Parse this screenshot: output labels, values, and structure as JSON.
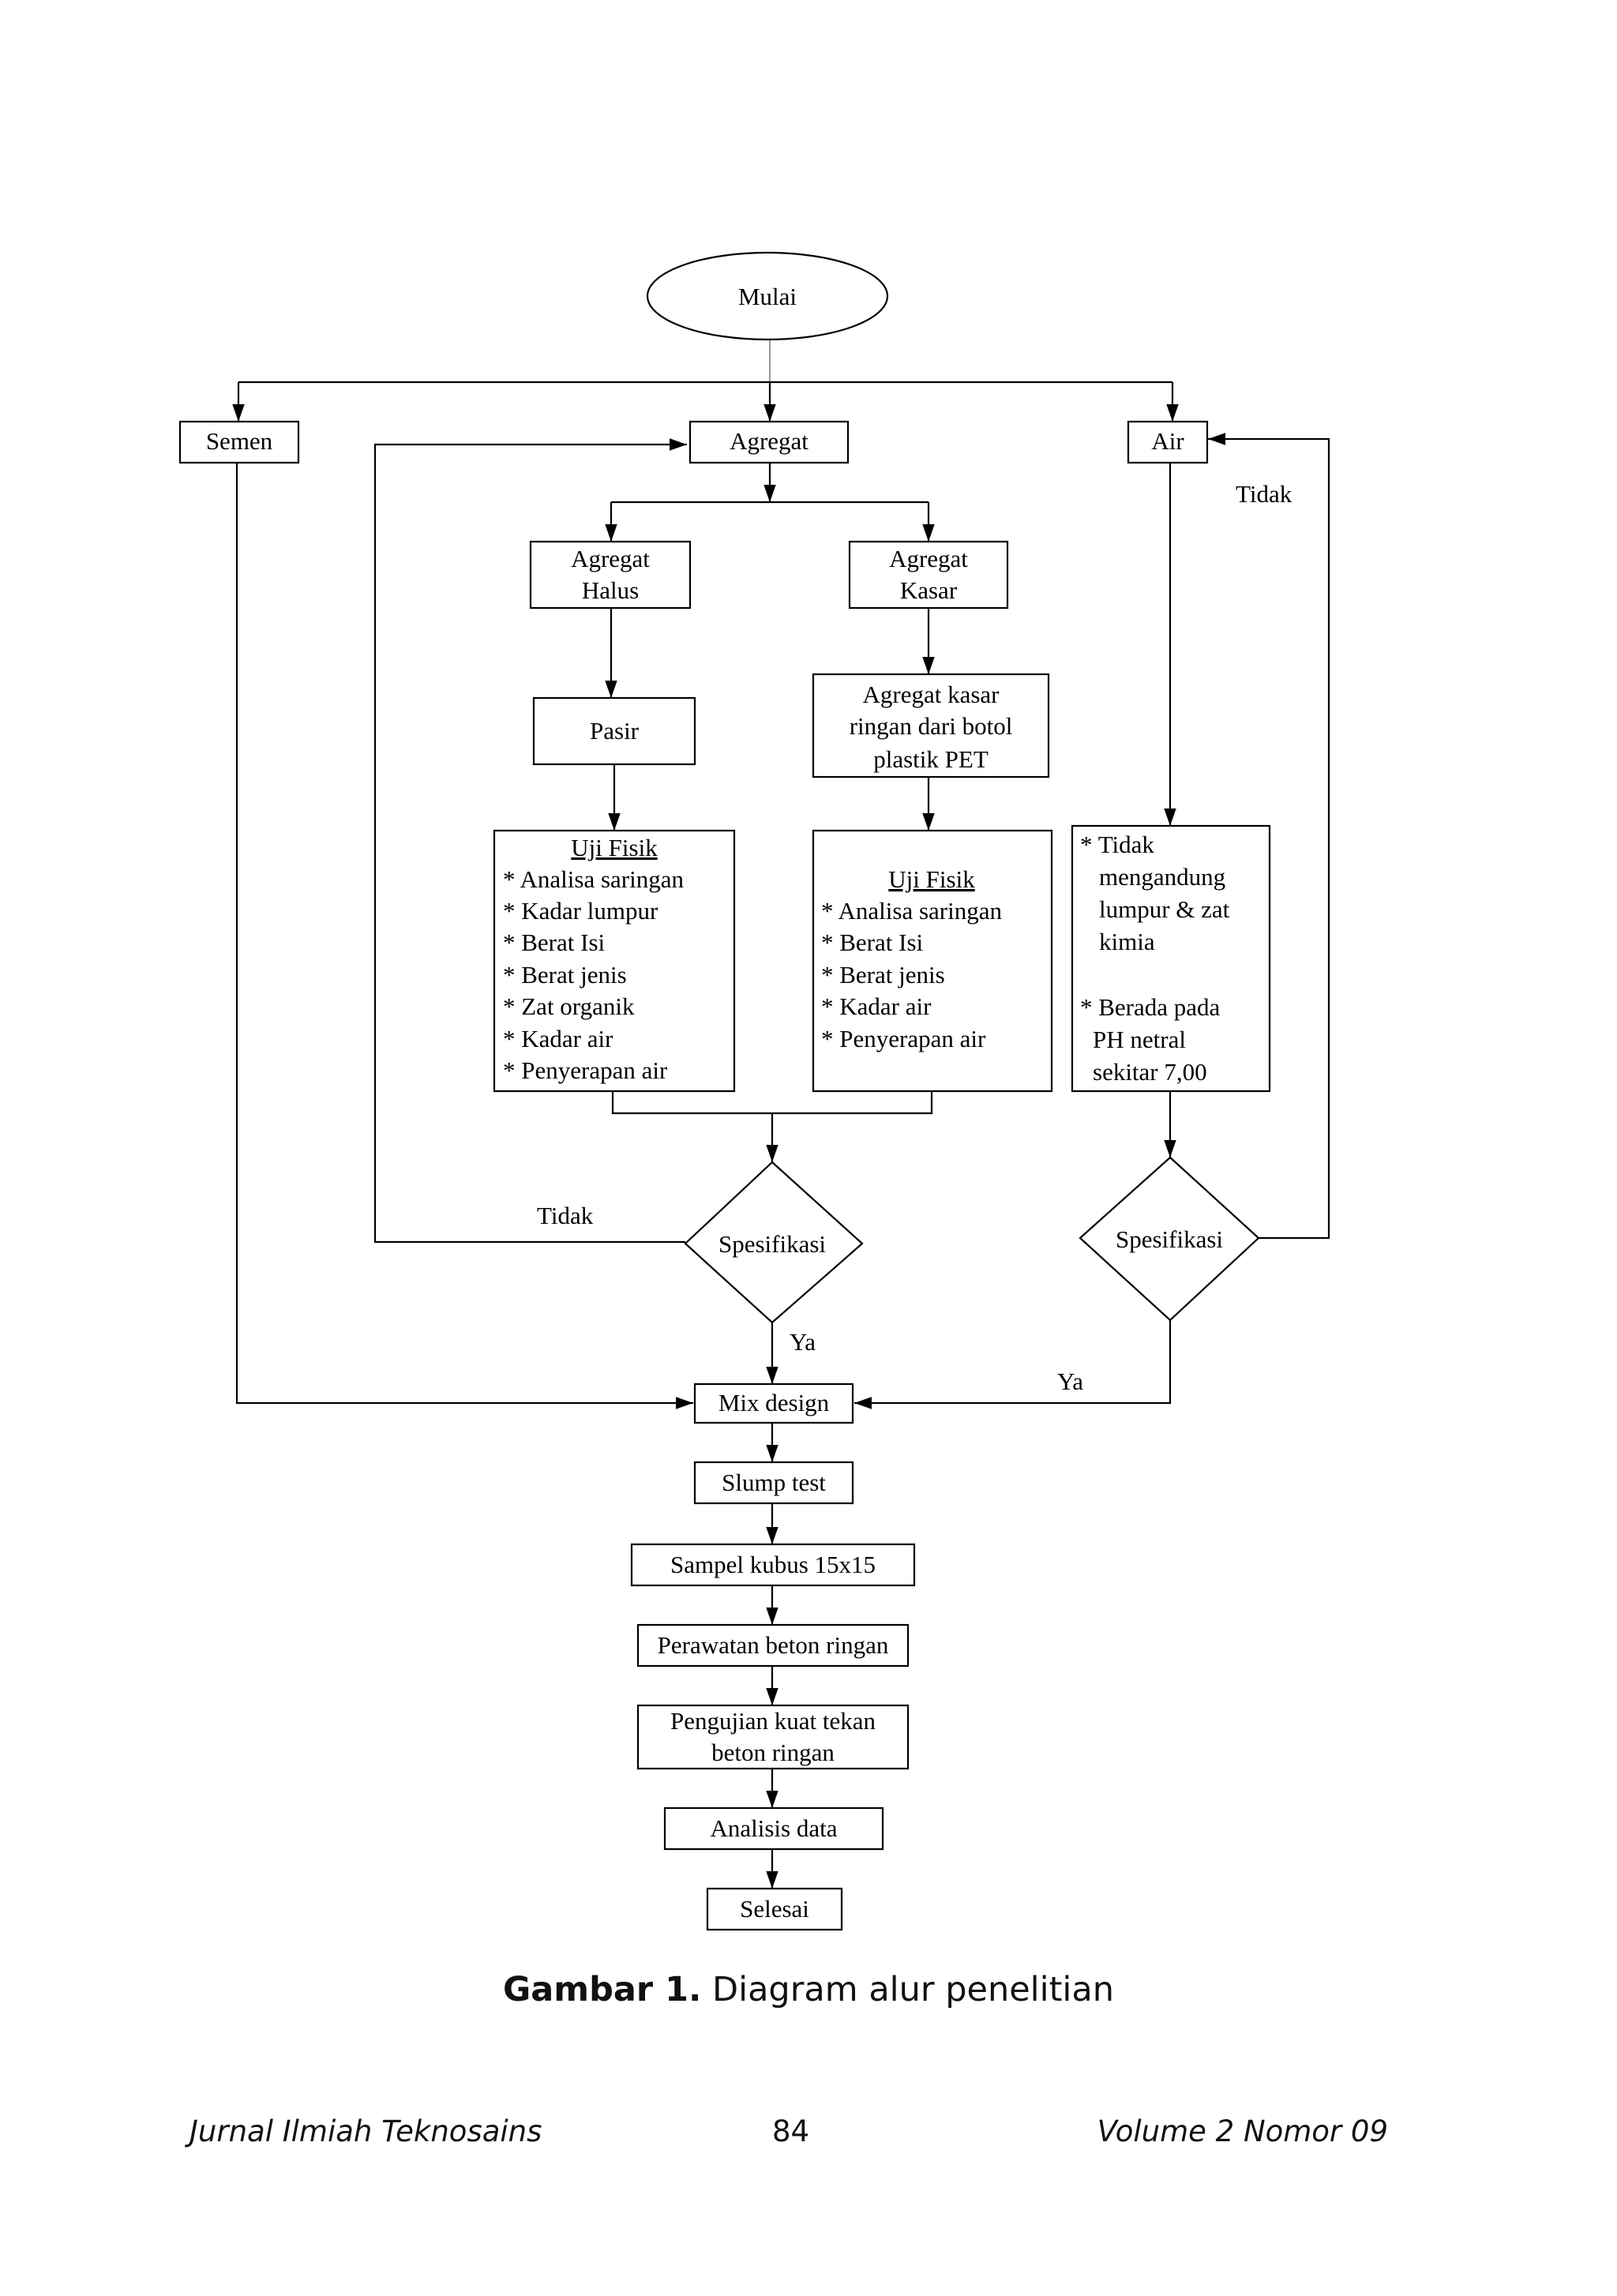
{
  "diagram": {
    "start": "Mulai",
    "semen": "Semen",
    "agregat": "Agregat",
    "air": "Air",
    "agregat_halus": [
      "Agregat",
      "Halus"
    ],
    "agregat_kasar": [
      "Agregat",
      "Kasar"
    ],
    "pasir": "Pasir",
    "agregat_pet": [
      "Agregat kasar",
      "ringan dari botol",
      "plastik PET"
    ],
    "uji_fisik_halus": {
      "title": "Uji Fisik",
      "items": [
        "* Analisa saringan",
        "* Kadar lumpur",
        "* Berat Isi",
        "* Berat jenis",
        "* Zat organik",
        "* Kadar air",
        "* Penyerapan air"
      ]
    },
    "uji_fisik_kasar": {
      "title": "Uji Fisik",
      "items": [
        "* Analisa saringan",
        "* Berat Isi",
        "* Berat jenis",
        "* Kadar air",
        "* Penyerapan air"
      ]
    },
    "air_spec": [
      "* Tidak",
      "mengandung",
      "lumpur  & zat",
      "kimia",
      "",
      "* Berada pada",
      "PH netral",
      "sekitar  7,00"
    ],
    "spesifikasi_agregat": "Spesifikasi",
    "spesifikasi_air": "Spesifikasi",
    "label_tidak_agregat": "Tidak",
    "label_tidak_air": "Tidak",
    "label_ya_agregat": "Ya",
    "label_ya_air": "Ya",
    "mix_design": "Mix design",
    "slump_test": "Slump test",
    "sampel": "Sampel kubus  15x15",
    "perawatan": "Perawatan beton ringan",
    "pengujian": [
      "Pengujian kuat tekan",
      "beton ringan"
    ],
    "analisis": "Analisis data",
    "selesai": "Selesai"
  },
  "caption": {
    "label": "Gambar 1.",
    "text": " Diagram alur penelitian"
  },
  "footer": {
    "journal": "Jurnal Ilmiah Teknosains",
    "page": "84",
    "volume": "Volume 2 Nomor 09"
  }
}
